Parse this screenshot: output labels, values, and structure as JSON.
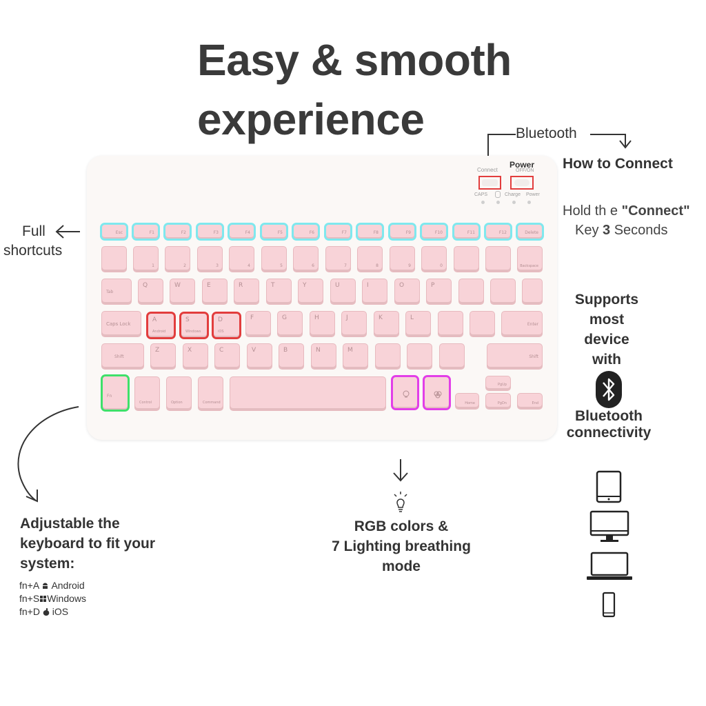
{
  "title": {
    "line1": "Easy & smooth",
    "line2": "experience"
  },
  "bluetooth_callout": {
    "label": "Bluetooth"
  },
  "how_to_connect": {
    "heading": "How to Connect",
    "line1_prefix": "Hold th e ",
    "line1_key": "\"Connect\"",
    "line2_prefix": "Key ",
    "line2_num": "3",
    "line2_suffix": " Seconds"
  },
  "keyboard_panel": {
    "connect_label": "Connect",
    "power_label": "Power",
    "power_sub": "OFF/ON",
    "caps_label": "CAPS",
    "charge_label": "Charge",
    "power_led_label": "Power"
  },
  "full_shortcuts": {
    "line1": "Full",
    "line2": "shortcuts"
  },
  "supports": {
    "line1": "Supports",
    "line2": "most",
    "line3": "device",
    "line4": "with",
    "bt1": "Bluetooth",
    "bt2": "connectivity"
  },
  "adjustable": {
    "line1": "Adjustable the",
    "line2": "keyboard to fit your",
    "line3": "system:",
    "combos": [
      {
        "keys": "fn+A",
        "os": "Android",
        "icon": "android-icon"
      },
      {
        "keys": "fn+S",
        "os": "Windows",
        "icon": "windows-icon"
      },
      {
        "keys": "fn+D",
        "os": "iOS",
        "icon": "apple-icon"
      }
    ]
  },
  "rgb": {
    "line1": "RGB colors &",
    "line2": "7 Lighting breathing",
    "line3": "mode"
  },
  "keys": {
    "esc": "Esc",
    "f1": "F1",
    "f2": "F2",
    "f3": "F3",
    "f4": "F4",
    "f5": "F5",
    "f6": "F6",
    "f7": "F7",
    "f8": "F8",
    "f9": "F9",
    "f10": "F10",
    "f11": "F11",
    "f12": "F12",
    "delete": "Delete",
    "tab": "Tab",
    "caps": "Caps Lock",
    "shift_l": "Shift",
    "shift_r": "Shift",
    "backspace": "Backspace",
    "enter": "Enter",
    "fn": "Fn",
    "control": "Control",
    "option": "Option",
    "command": "Command",
    "home": "Home",
    "end": "End",
    "pgup": "PgUp",
    "pgdn": "PgDn",
    "android": "Android",
    "windows": "Windows",
    "ios": "iOS",
    "row_q": [
      "Q",
      "W",
      "E",
      "R",
      "T",
      "Y",
      "U",
      "I",
      "O",
      "P"
    ],
    "row_a": [
      "A",
      "S",
      "D",
      "F",
      "G",
      "H",
      "J",
      "K",
      "L"
    ],
    "row_z": [
      "Z",
      "X",
      "C",
      "V",
      "B",
      "N",
      "M"
    ],
    "row_num": [
      "1",
      "2",
      "3",
      "4",
      "5",
      "6",
      "7",
      "8",
      "9",
      "0"
    ]
  },
  "colors": {
    "glow_cyan": "#7fe8ee",
    "glow_red": "#e23d3d",
    "glow_green": "#3ee06a",
    "glow_magenta": "#e23ee8",
    "key_pink": "#f8d3d8"
  }
}
